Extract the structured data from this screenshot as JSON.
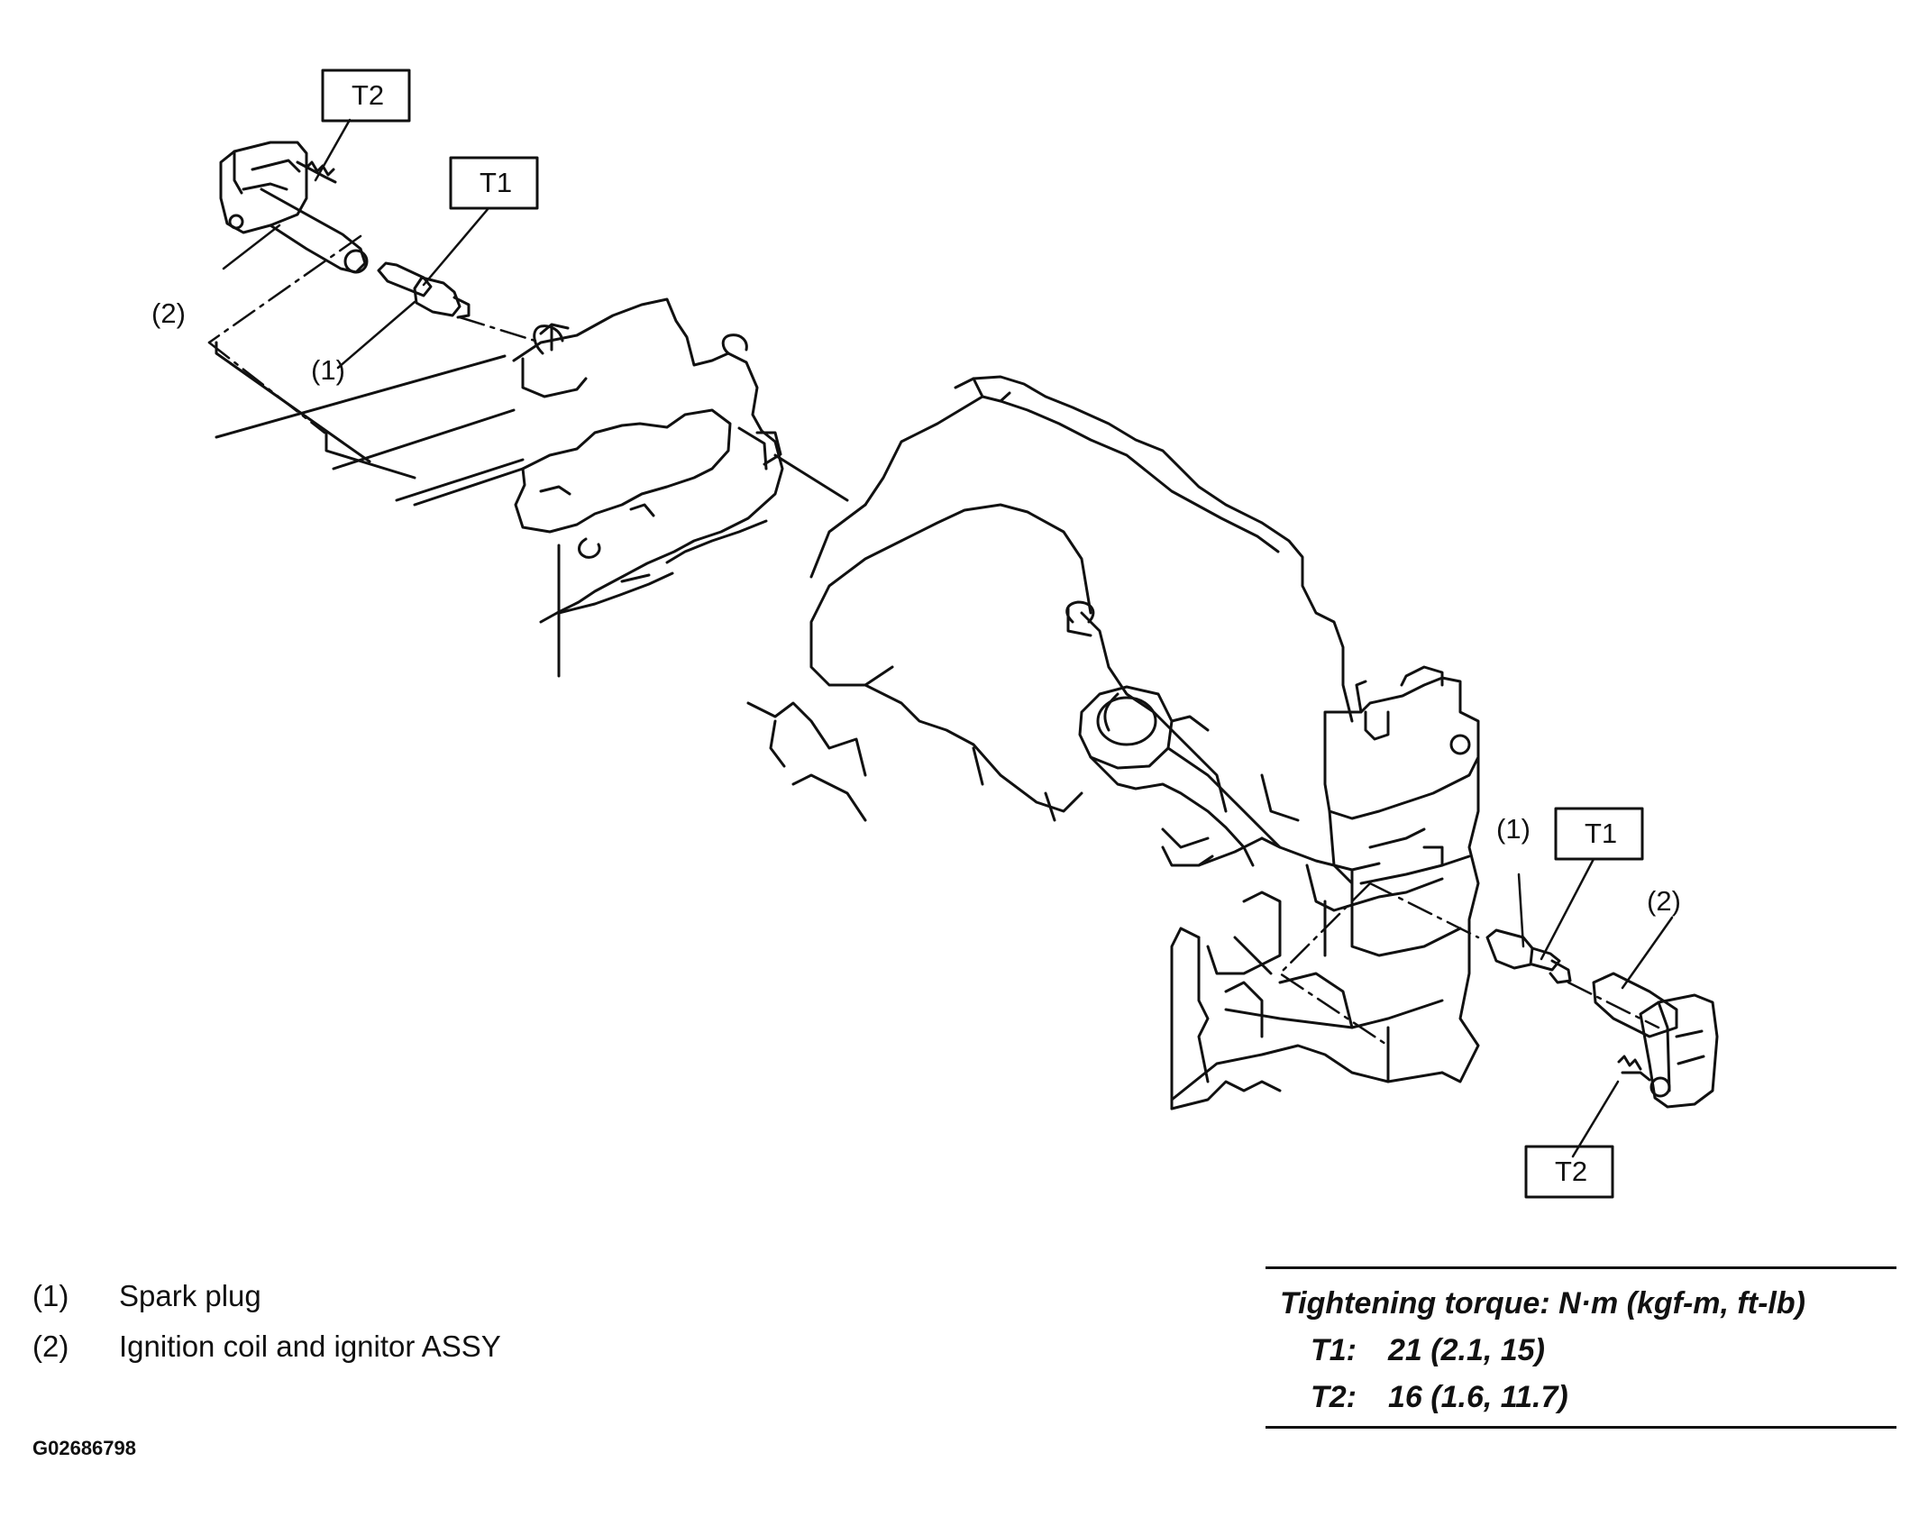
{
  "callouts": {
    "t2_top": "T2",
    "t1_top": "T1",
    "item2_top": "(2)",
    "item1_top": "(1)",
    "item1_right": "(1)",
    "t1_right": "T1",
    "item2_right": "(2)",
    "t2_bottom": "T2"
  },
  "legend": [
    {
      "num": "(1)",
      "text": "Spark plug"
    },
    {
      "num": "(2)",
      "text": "Ignition coil and ignitor ASSY"
    }
  ],
  "torque": {
    "header": "Tightening torque: N·m (kgf-m, ft-lb)",
    "rows": [
      {
        "key": "T1:",
        "value": "21 (2.1, 15)"
      },
      {
        "key": "T2:",
        "value": "16 (1.6, 11.7)"
      }
    ]
  },
  "figure_id": "G02686798"
}
